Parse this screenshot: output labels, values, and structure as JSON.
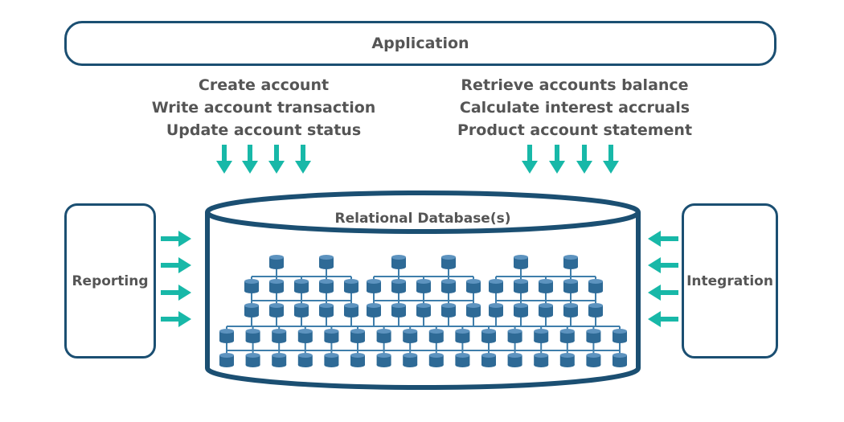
{
  "application": {
    "label": "Application"
  },
  "write_operations": [
    "Create account",
    "Write account transaction",
    "Update account status"
  ],
  "read_operations": [
    "Retrieve accounts balance",
    "Calculate interest accruals",
    "Product account statement"
  ],
  "reporting": {
    "label": "Reporting"
  },
  "integration": {
    "label": "Integration"
  },
  "database": {
    "label": "Relational Database(s)"
  },
  "colors": {
    "border": "#1b4f72",
    "arrow": "#18b8a8",
    "db_node": "#2e6a96",
    "db_node_top": "#5d93bf",
    "connector": "#3f7eab",
    "text": "#555555"
  }
}
